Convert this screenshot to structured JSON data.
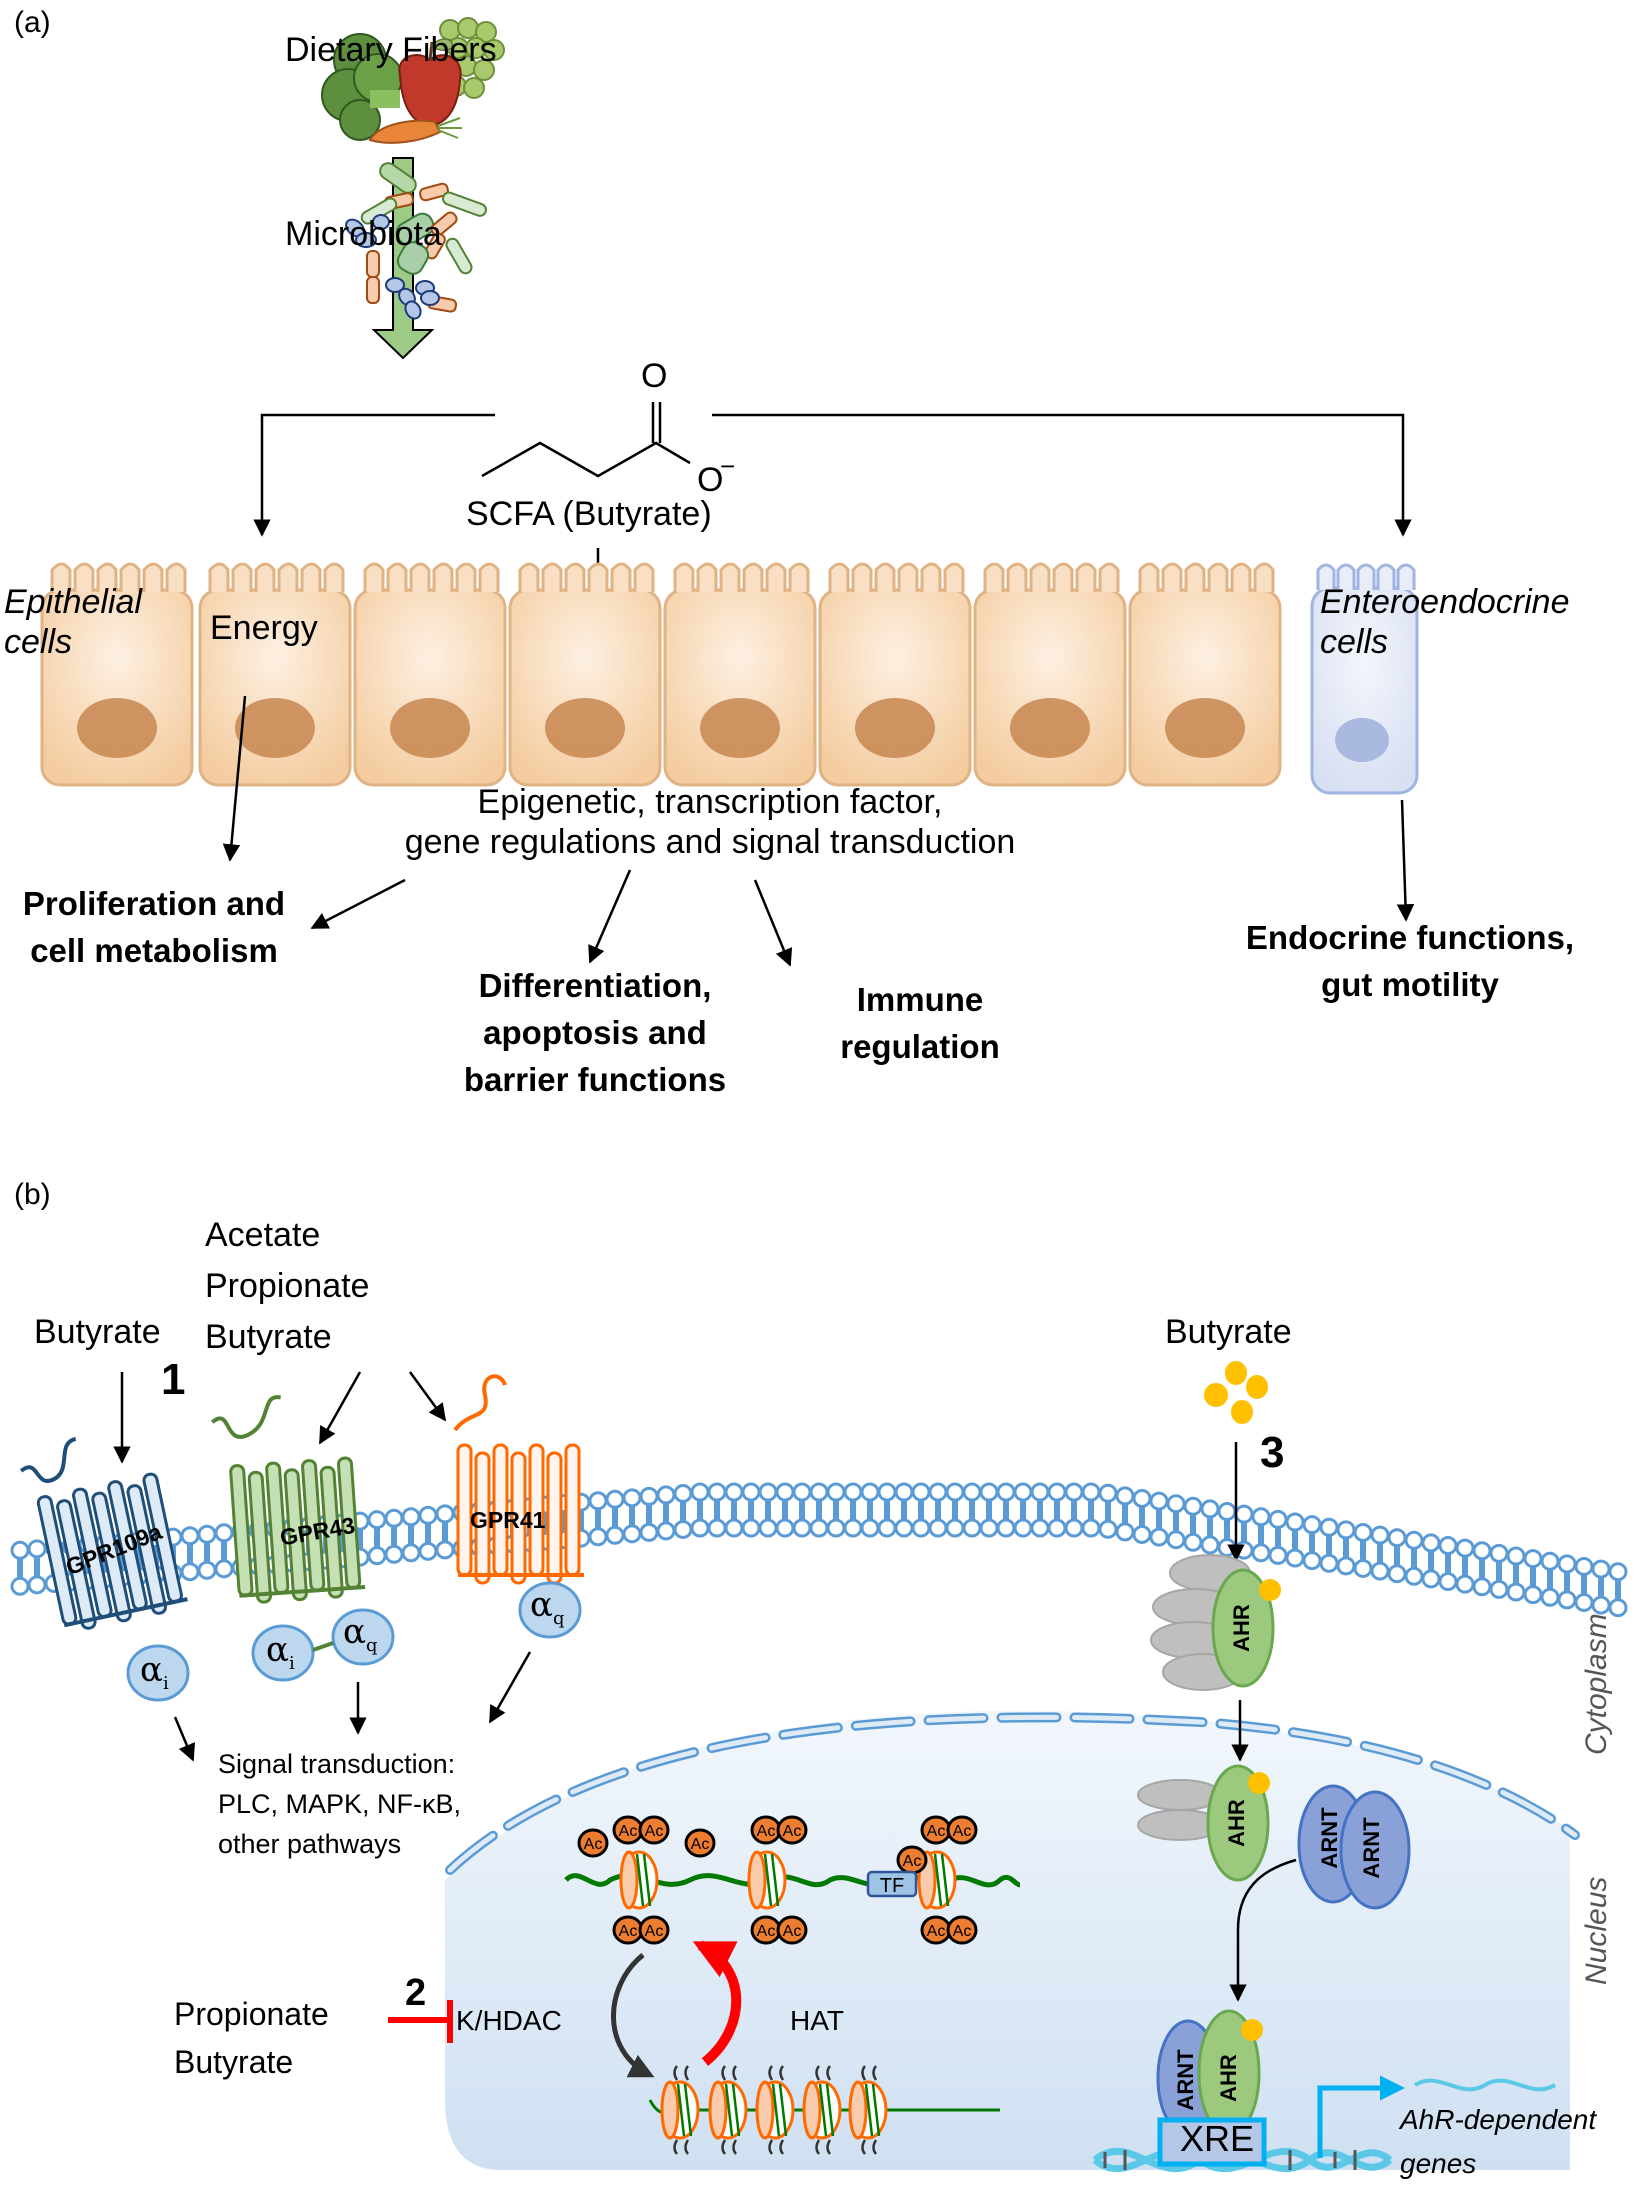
{
  "panel_a": {
    "tag": "(a)",
    "dietary_fibers": "Dietary Fibers",
    "microbiota": "Microbiota",
    "scfa_label": "SCFA (Butyrate)",
    "carbonyl_o": "O",
    "anion_o": "O",
    "anion_charge": "−",
    "epithelial_line1": "Epithelial",
    "epithelial_line2": "cells",
    "energy": "Energy",
    "enteroendocrine_line1": "Enteroendocrine",
    "enteroendocrine_line2": "cells",
    "regulation_line1": "Epigenetic, transcription factor,",
    "regulation_line2": "gene regulations and signal transduction",
    "outcomes": {
      "proliferation_line1": "Proliferation and",
      "proliferation_line2": "cell metabolism",
      "differentiation_line1": "Differentiation,",
      "differentiation_line2": "apoptosis and",
      "differentiation_line3": "barrier functions",
      "immune_line1": "Immune",
      "immune_line2": "regulation",
      "endocrine_line1": "Endocrine functions,",
      "endocrine_line2": "gut motility"
    }
  },
  "panel_b": {
    "tag": "(b)",
    "butyrate_left": "Butyrate",
    "scfa_list": [
      "Acetate",
      "Propionate",
      "Butyrate"
    ],
    "butyrate_right": "Butyrate",
    "step1": "1",
    "step2": "2",
    "step3": "3",
    "receptors": {
      "gpr109a": "GPR109a",
      "gpr43": "GPR43",
      "gpr41": "GPR41"
    },
    "g_alpha_i": "α",
    "g_alpha_i_sub": "i",
    "g_alpha_q": "α",
    "g_alpha_q_sub": "q",
    "signal_line1": "Signal transduction:",
    "signal_line2": "PLC, MAPK, NF-κB,",
    "signal_line3": "other pathways",
    "inhibitors_line1": "Propionate",
    "inhibitors_line2": "Butyrate",
    "hdac": "K/HDAC",
    "hat": "HAT",
    "acetyl": "Ac",
    "tf": "TF",
    "ahr": "AHR",
    "arnt": "ARNT",
    "xre": "XRE",
    "ahr_genes_line1": "AhR-dependent",
    "ahr_genes_line2": "genes",
    "cytoplasm": "Cytoplasm",
    "nucleus": "Nucleus"
  },
  "colors": {
    "epithelial_cell": "#f6d2aa",
    "epithelial_nucleus": "#c98b55",
    "enteroendocrine_cell": "#dfe6f5",
    "membrane": "#5b9bd5",
    "gpr109a": "#1f4e79",
    "gpr43": "#548235",
    "gpr41": "#ff6a00",
    "ahr": "#9dc97f",
    "arnt": "#8aa1d8",
    "butyrate_dot": "#ffc000",
    "inhibit": "#ff0000",
    "nucleus_fill": "#dce9f6",
    "acetyl": "#ed7d31",
    "dna_blue": "#00b0f0"
  }
}
